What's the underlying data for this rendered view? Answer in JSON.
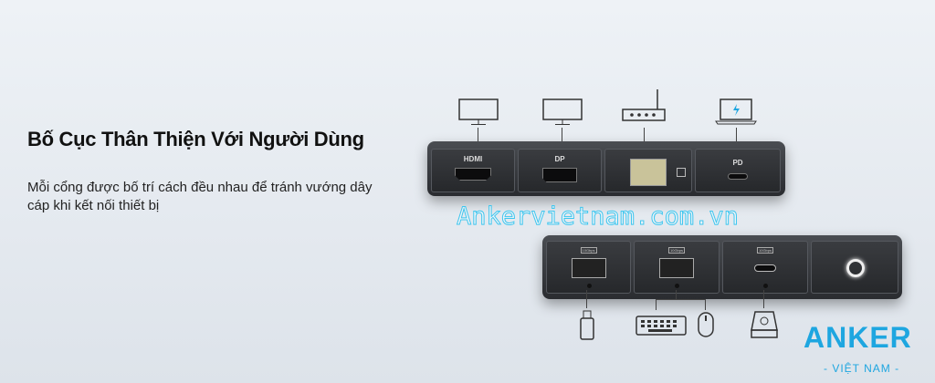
{
  "heading": "Bố Cục Thân Thiện Với Người Dùng",
  "description": "Mỗi cổng được bố trí cách đều nhau để tránh vướng dây cáp khi kết nối thiết bị",
  "watermark": "Ankervietnam.com.vn",
  "logo": {
    "brand": "ANKER",
    "sub": "- VIỆT NAM -"
  },
  "front_ports": {
    "hdmi": "HDMI",
    "dp": "DP",
    "pd": "PD"
  },
  "rear_ports": {
    "usb_a_1": "10Gbps",
    "usb_a_2": "10Gbps",
    "usb_c": "10Gbps"
  },
  "colors": {
    "accent": "#1ea6e0",
    "watermark": "#3ec6ef"
  }
}
